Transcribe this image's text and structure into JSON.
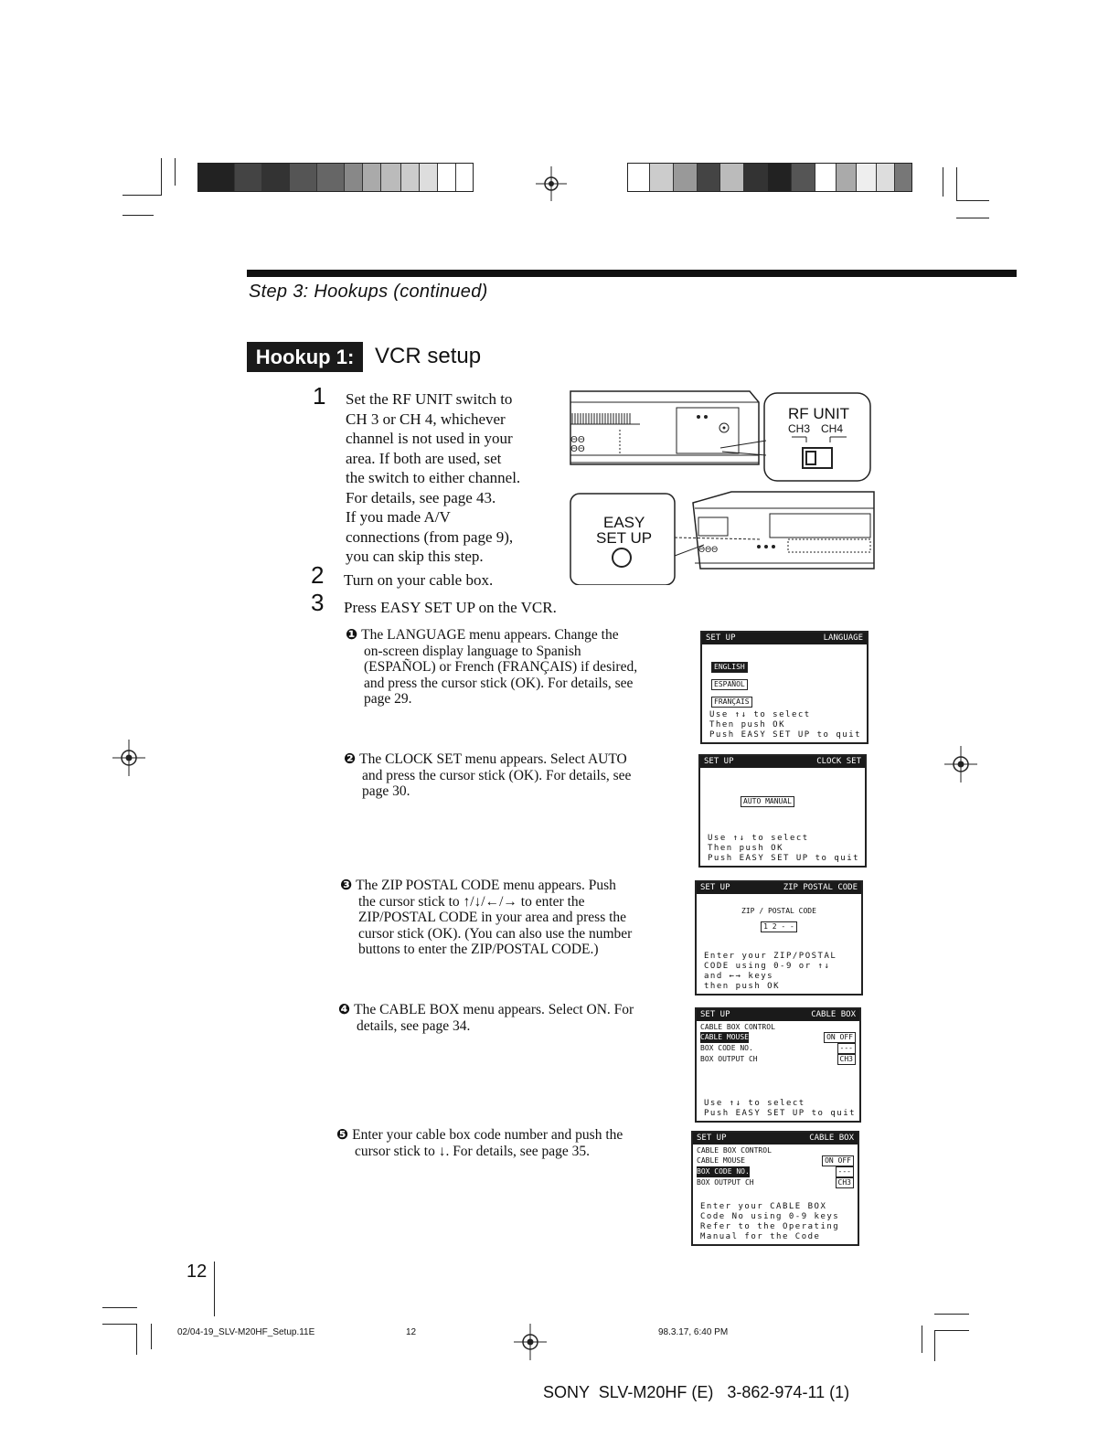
{
  "step_heading": "Step 3: Hookups (continued)",
  "hookup": {
    "badge": "Hookup 1:",
    "title": "VCR setup"
  },
  "steps": [
    {
      "num": "1",
      "lines": [
        "Set the RF UNIT switch to",
        "CH 3 or CH 4, whichever",
        "channel is not used in your",
        "area.  If both are used, set",
        "the switch to either channel.",
        "For details, see page 43.",
        "If you made A/V",
        "connections (from page 9),",
        "you can skip this step."
      ]
    },
    {
      "num": "2",
      "lines": [
        "Turn on your cable box."
      ]
    },
    {
      "num": "3",
      "lines": [
        "Press EASY SET UP on the VCR."
      ]
    }
  ],
  "substeps": [
    {
      "bullet": "❶",
      "lines": [
        "The LANGUAGE menu appears.  Change the",
        "on-screen display language to Spanish",
        "(ESPAÑOL) or French (FRANÇAIS) if desired,",
        "and press the cursor stick (OK).  For details, see",
        "page 29."
      ]
    },
    {
      "bullet": "❷",
      "lines": [
        "The CLOCK SET menu appears.  Select AUTO",
        "and press the cursor stick (OK).  For details, see",
        "page 30."
      ]
    },
    {
      "bullet": "❸",
      "lines": [
        "The ZIP POSTAL CODE menu appears.  Push",
        "the cursor stick to ↑/↓/←/→ to enter the",
        "ZIP/POSTAL CODE in your area and press the",
        "cursor stick (OK).  (You can also use the number",
        "buttons to enter the ZIP/POSTAL CODE.)"
      ]
    },
    {
      "bullet": "❹",
      "lines": [
        "The CABLE BOX menu appears.  Select ON.  For",
        "details, see page 34."
      ]
    },
    {
      "bullet": "❺",
      "lines": [
        "Enter your cable box code number and push the",
        "cursor stick to ↓.  For details, see page 35."
      ]
    }
  ],
  "illustration": {
    "rf_unit_label": "RF UNIT",
    "ch3": "CH3",
    "ch4": "CH4",
    "easy_label_1": "EASY",
    "easy_label_2": "SET UP"
  },
  "menus": {
    "language": {
      "left": "SET UP",
      "right": "LANGUAGE",
      "options": [
        "ENGLISH",
        "ESPAÑOL",
        "FRANÇAIS"
      ],
      "l1": "Use ↑↓ to select",
      "l2": "Then push OK",
      "l3": "Push EASY SET UP to quit"
    },
    "clock": {
      "left": "SET UP",
      "right": "CLOCK SET",
      "option": "AUTO  MANUAL",
      "l1": "Use ↑↓ to select",
      "l2": "Then push OK",
      "l3": "Push EASY SET UP to quit"
    },
    "zip": {
      "left": "SET UP",
      "right": "ZIP POSTAL CODE",
      "center": "ZIP / POSTAL CODE",
      "field": "1 2 - -",
      "l1": "Enter your ZIP/POSTAL",
      "l2": "CODE using 0-9 or ↑↓",
      "l3": "and ←→ keys",
      "l4": "then push OK"
    },
    "cable1": {
      "left": "SET UP",
      "right": "CABLE BOX",
      "r1": "CABLE BOX CONTROL",
      "r2": "CABLE MOUSE",
      "r2v": "ON OFF",
      "r3": "BOX CODE NO.",
      "r3v": "---",
      "r4": "BOX OUTPUT CH",
      "r4v": "CH3",
      "l1": "Use ↑↓ to select",
      "l2": "Push EASY SET UP to quit"
    },
    "cable2": {
      "left": "SET UP",
      "right": "CABLE BOX",
      "r1": "CABLE BOX CONTROL",
      "r2": "CABLE MOUSE",
      "r2v": "ON OFF",
      "r3": "BOX CODE NO.",
      "r3v": "---",
      "r4": "BOX OUTPUT CH",
      "r4v": "CH3",
      "l1": "Enter your CABLE BOX",
      "l2": "Code No using 0-9 keys",
      "l3": "Refer to the Operating",
      "l4": "Manual for the Code"
    }
  },
  "page_number": "12",
  "footer": {
    "file": "02/04-19_SLV-M20HF_Setup.11E",
    "page": "12",
    "date": "98.3.17, 6:40 PM"
  },
  "model_line": "SONY  SLV-M20HF (E)   3-862-974-11 (1)"
}
